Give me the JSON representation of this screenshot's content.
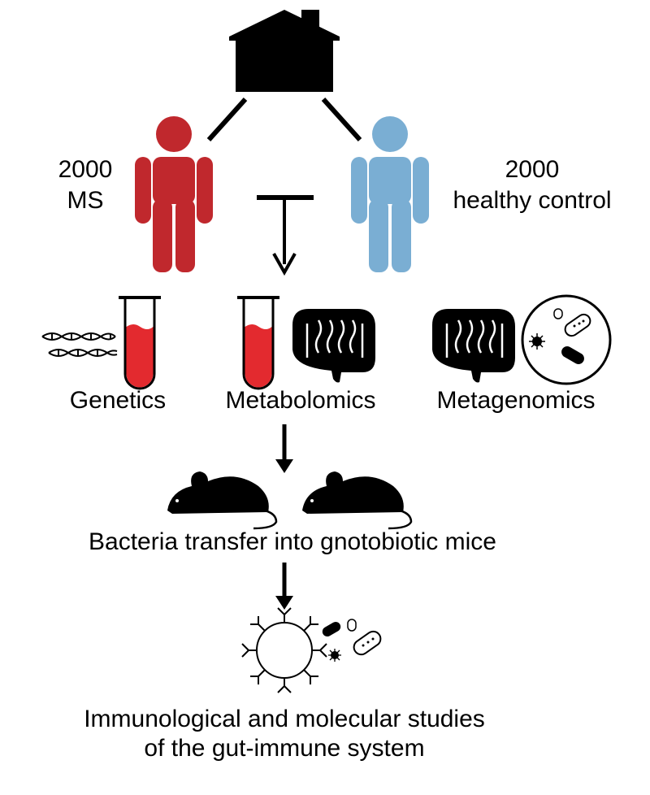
{
  "ms_group": {
    "count": "2000",
    "label": "MS",
    "color": "#c0282d"
  },
  "control_group": {
    "count": "2000",
    "label": "healthy control",
    "color": "#7aaed3"
  },
  "modalities": {
    "genetics": "Genetics",
    "metabolomics": "Metabolomics",
    "metagenomics": "Metagenomics"
  },
  "transfer_step": "Bacteria transfer into gnotobiotic mice",
  "studies_step": {
    "line1": "Immunological and molecular studies",
    "line2": "of the gut-immune system"
  },
  "icons": [
    "house-icon",
    "person-icon",
    "dna-icon",
    "test-tube-icon",
    "intestine-icon",
    "bacteria-icon",
    "mouse-icon",
    "antibody-icon"
  ],
  "colors": {
    "blood": "#e32a2f",
    "ink": "#000000"
  }
}
